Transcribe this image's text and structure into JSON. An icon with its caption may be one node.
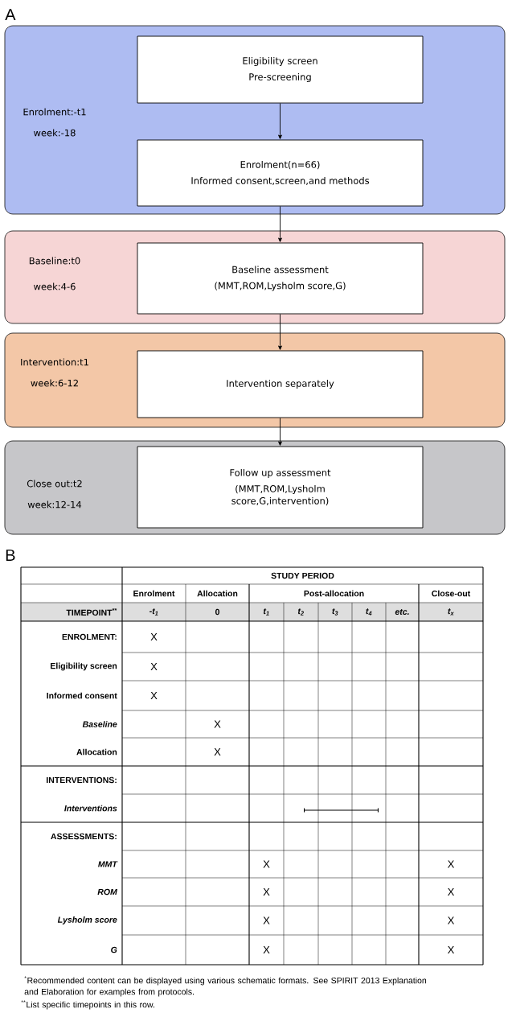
{
  "diagram": {
    "nodes": [
      {
        "text": [
          "Enrolment:-t1",
          "week:-18"
        ]
      },
      {
        "text": [
          "Eligibility screen",
          "Pre-screening"
        ],
        "in": 0
      },
      {
        "text": [
          "Enrolment(n=66)",
          "Informed consent,screen,and methods"
        ],
        "in": 0
      },
      {
        "text": [
          "Baseline:t0",
          "week:4-6"
        ]
      },
      {
        "text": [
          "Baseline assessment",
          "(MMT,ROM,Lysholm score,G)"
        ],
        "in": 3
      },
      {
        "text": [
          "Intervention:t1",
          "week:6-12"
        ]
      },
      {
        "text": [
          "Intervention separately"
        ],
        "in": 5
      },
      {
        "text": [
          "Close out:t2",
          "week:12-14"
        ]
      },
      {
        "text": [
          "Follow up assessment",
          "(MMT,ROM,Lysholm score,G,intervention)"
        ],
        "in": 7
      }
    ],
    "edges": [
      {
        "from": 1,
        "to": 2,
        "arrow": "to"
      },
      {
        "from": 2,
        "to": 4,
        "arrow": "to"
      },
      {
        "from": 4,
        "to": 6,
        "arrow": "to"
      },
      {
        "from": 6,
        "to": 8,
        "arrow": "to"
      }
    ],
    "labels": [
      "A",
      "B",
      "STUDY PERIOD",
      "Enrolment",
      "Allocation",
      "Post-allocation",
      "Close-out",
      "TIMEPOINT$^{**}$",
      "-t$_{1}$",
      "0",
      "t$_{1}$",
      "t$_{2}$",
      "t$_{3}$",
      "t$_{4}$",
      "etc.",
      "t$_{x}$",
      "ENROLMENT:",
      "X",
      "Eligibility screen",
      "X",
      "Informed consent",
      "X",
      "Baseline",
      "X",
      "Allocation",
      "X",
      "INTERVENTIONS:",
      "Interventions",
      "ASSESSMENTS:",
      "MMT",
      "X",
      "X",
      "ROM",
      "X",
      "X",
      "Lysholm score",
      "X",
      "X",
      "G",
      "X",
      "X",
      "$^{*}$Recommended content can be displayed using various schematic formats. See SPIRIT 2013 Explanation and Elaboration for examples from protocols.",
      "$^{**}$List specific timepoints in this row."
    ]
  }
}
